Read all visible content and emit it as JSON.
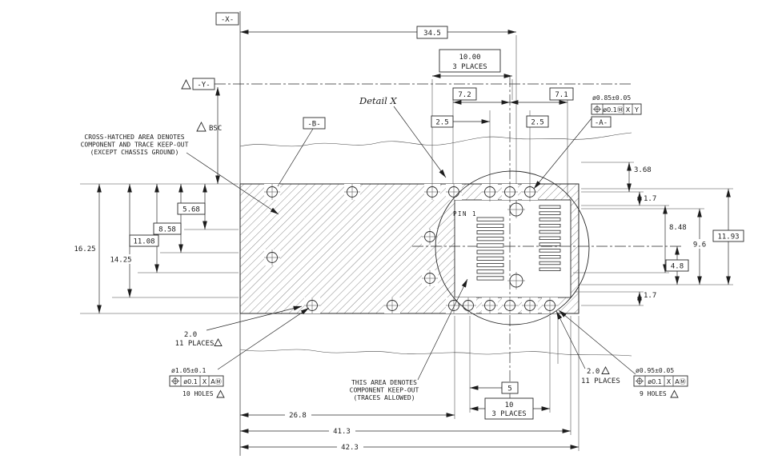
{
  "colors": {
    "ink": "#1c1c1c",
    "paper": "#ffffff"
  },
  "labels": {
    "datum_x": "-X-",
    "datum_y": "-Y-",
    "datum_b": "-B-",
    "bsc": "BSC",
    "detail": "Detail X",
    "pin1": "PIN 1",
    "note_hatch_1": "CROSS-HATCHED AREA DENOTES",
    "note_hatch_2": "COMPONENT AND TRACE KEEP-OUT",
    "note_hatch_3": "(EXCEPT CHASSIS GROUND)",
    "note_keepout_1": "THIS AREA DENOTES",
    "note_keepout_2": "COMPONENT KEEP-OUT",
    "note_keepout_3": "(TRACES ALLOWED)"
  },
  "dims": {
    "w34_5": "34.5",
    "p10": "10.00",
    "p10_note": "3 PLACES",
    "d7_2": "7.2",
    "d7_1": "7.1",
    "d2_5l": "2.5",
    "d2_5r": "2.5",
    "d3_68": "3.68",
    "d1_7t": "1.7",
    "d8_48": "8.48",
    "d11_93": "11.93",
    "d9_6": "9.6",
    "d4_8": "4.8",
    "d1_7b": "1.7",
    "d16_25": "16.25",
    "d14_25": "14.25",
    "d11_08": "11.08",
    "d8_58": "8.58",
    "d5_68": "5.68",
    "strip_l": "2.0",
    "strip_l_note": "11 PLACES",
    "strip_r": "2.0",
    "strip_r_note": "11 PLACES",
    "d26_8": "26.8",
    "d41_3": "41.3",
    "d42_3": "42.3",
    "d5": "5",
    "d10": "10",
    "d10_note": "3 PLACES"
  },
  "callouts": {
    "a": {
      "size": "ø0.85±0.05",
      "fcf": [
        "ø0.1Ⓜ",
        "X",
        "Y"
      ],
      "datum": "-A-"
    },
    "left": {
      "size": "ø1.05±0.1",
      "fcf": [
        "ø0.1",
        "X",
        "AⓂ"
      ],
      "qty": "10 HOLES"
    },
    "right": {
      "size": "ø0.95±0.05",
      "fcf": [
        "ø0.1",
        "X",
        "AⓂ"
      ],
      "qty": "9 HOLES"
    }
  }
}
